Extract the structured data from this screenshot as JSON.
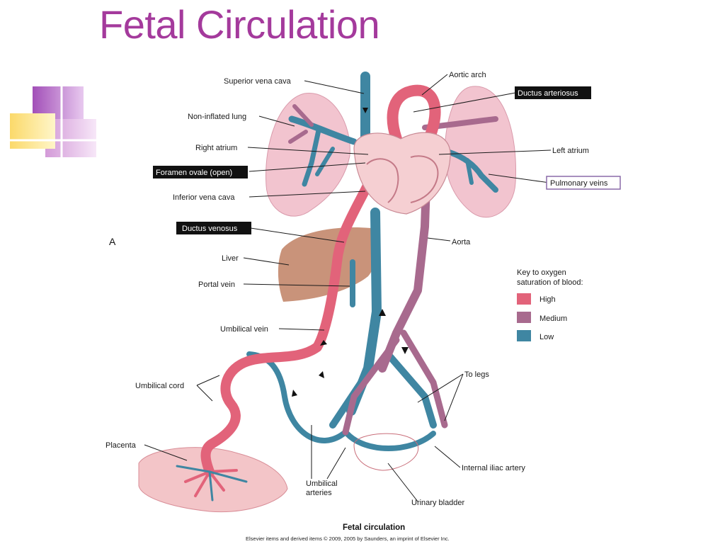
{
  "slide": {
    "title": "Fetal Circulation"
  },
  "figure": {
    "panel_letter": "A",
    "caption": "Fetal circulation",
    "credit": "Elsevier items and derived items © 2009, 2005 by Saunders, an imprint of Elsevier Inc."
  },
  "labels": {
    "superior_vena_cava": "Superior vena cava",
    "aortic_arch": "Aortic arch",
    "ductus_arteriosus": "Ductus arteriosus",
    "non_inflated_lung": "Non-inflated lung",
    "right_atrium": "Right atrium",
    "left_atrium": "Left atrium",
    "foramen_ovale": "Foramen ovale (open)",
    "pulmonary_veins": "Pulmonary veins",
    "inferior_vena_cava": "Inferior vena cava",
    "ductus_venosus": "Ductus venosus",
    "aorta": "Aorta",
    "liver": "Liver",
    "portal_vein": "Portal vein",
    "umbilical_vein": "Umbilical vein",
    "umbilical_cord": "Umbilical cord",
    "to_legs": "To legs",
    "placenta": "Placenta",
    "internal_iliac_artery": "Internal iliac artery",
    "umbilical_arteries_1": "Umbilical",
    "umbilical_arteries_2": "arteries",
    "urinary_bladder": "Urinary bladder"
  },
  "key": {
    "title_1": "Key to oxygen",
    "title_2": "saturation of blood:",
    "items": [
      {
        "label": "High",
        "color": "#e2637a"
      },
      {
        "label": "Medium",
        "color": "#a86a8e"
      },
      {
        "label": "Low",
        "color": "#3f86a2"
      }
    ]
  },
  "colors": {
    "title": "#a43a9c",
    "high": "#e2637a",
    "medium": "#a86a8e",
    "low": "#3f86a2",
    "lung": "#f2c4cf",
    "liver": "#c9937a",
    "placenta": "#f3c5c8",
    "heart": "#f5cfd2",
    "label_box": "#111111"
  }
}
